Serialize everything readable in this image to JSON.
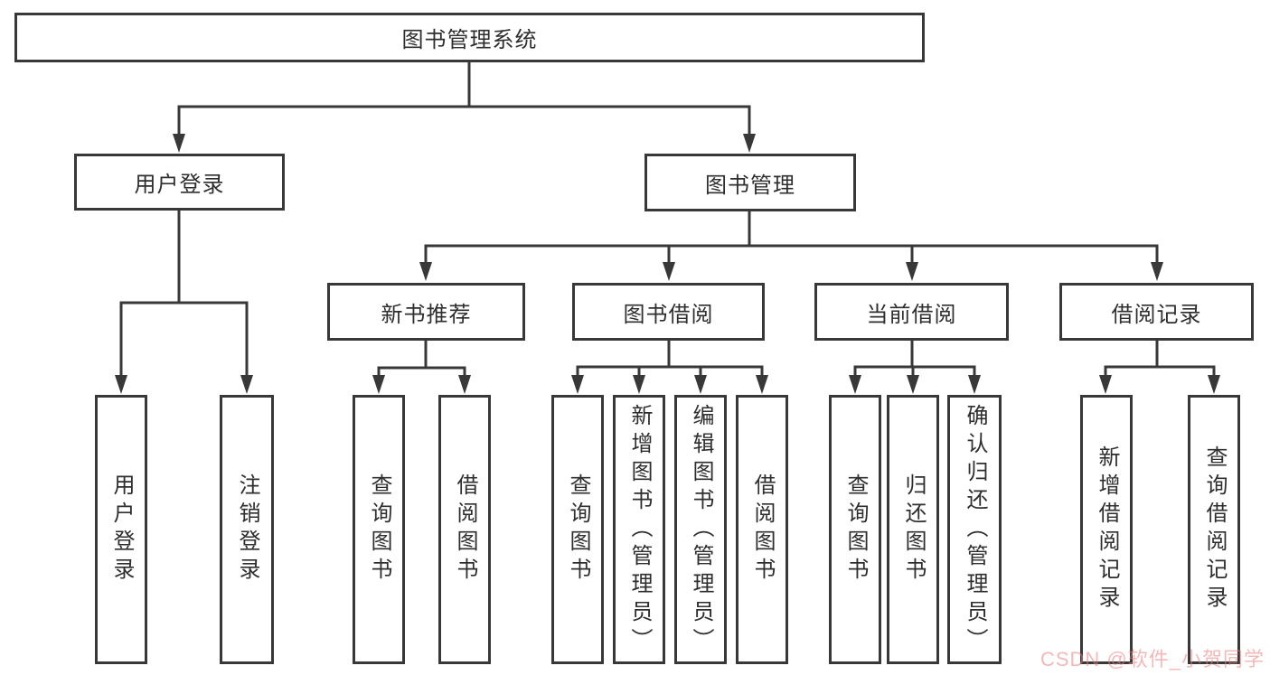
{
  "diagram": {
    "title": "图书管理系统",
    "colors": {
      "line": "#383838",
      "text": "#2e2e2e",
      "background": "#ffffff",
      "watermark_pink": "#e97e7e"
    },
    "level2": {
      "user_login": "用户登录",
      "book_management": "图书管理"
    },
    "level3": {
      "new_book_recommend": "新书推荐",
      "book_borrow": "图书借阅",
      "current_borrow": "当前借阅",
      "borrow_record": "借阅记录"
    },
    "leaves": {
      "user_login": [
        "用户登录",
        "注销登录"
      ],
      "new_book_recommend": [
        "查询图书",
        "借阅图书"
      ],
      "book_borrow": [
        "查询图书",
        "新增图书（管理员）",
        "编辑图书（管理员）",
        "借阅图书"
      ],
      "current_borrow": [
        "查询图书",
        "归还图书",
        "确认归还（管理员）"
      ],
      "borrow_record": [
        "新增借阅记录",
        "查询借阅记录"
      ]
    },
    "watermark": "CSDN @软件_小贺同学"
  }
}
